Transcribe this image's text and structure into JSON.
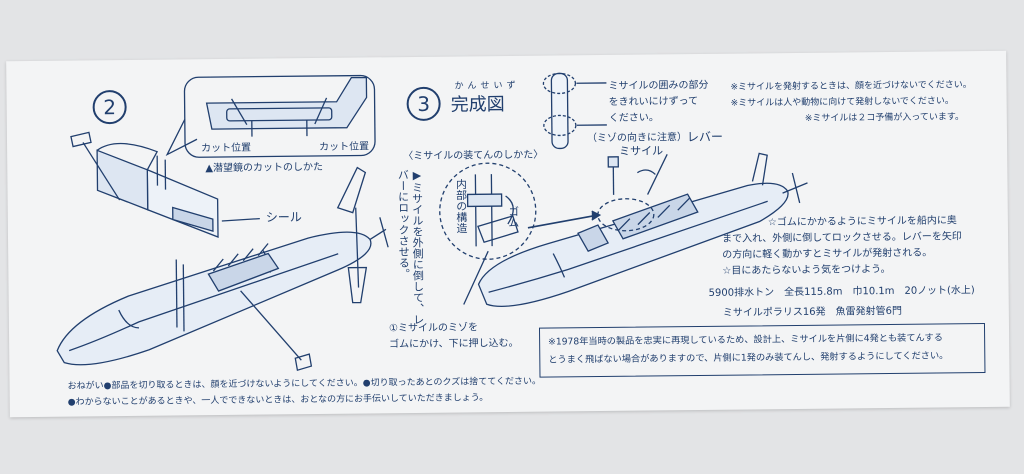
{
  "step2": {
    "number": "2",
    "cut_label_left": "カット位置",
    "cut_label_right": "カット位置",
    "caption": "▲潜望鏡のカットのしかた",
    "seal_label": "シール"
  },
  "step3": {
    "number": "3",
    "ruby": "かんせいず",
    "title": "完成図",
    "loading_heading": "〈ミサイルの装てんのしかた〉",
    "inner_structure": "内部の構造",
    "rubber": "ゴム",
    "vertical_instruction": "▶ミサイルを外側に倒して、レバーにロックさせる。",
    "step1_line1": "①ミサイルのミゾを",
    "step1_line2": "ゴムにかけ、下に押し込む。",
    "missile_box_line1": "ミサイルの囲みの部分",
    "missile_box_line2": "をきれいにけずって",
    "missile_box_line3": "ください。",
    "groove_note": "（ミゾの向きに注意）",
    "lever_label": "レバー",
    "missile_label": "ミサイル"
  },
  "warnings": {
    "line1": "※ミサイルを発射するときは、顔を近づけないでください。",
    "line2": "※ミサイルは人や動物に向けて発射しないでください。",
    "line3": "※ミサイルは２コ予備が入っています。"
  },
  "instructions": {
    "line1": "☆ゴムにかかるようにミサイルを船内に奥",
    "line2": "まで入れ、外側に倒してロックさせる。レバーを矢印",
    "line3": "の方向に軽く動かすとミサイルが発射される。",
    "line4": "☆目にあたらないよう気をつけよう。"
  },
  "specs": {
    "line1": "5900排水トン　全長115.8m　巾10.1m　20ノット(水上)",
    "line2": "ミサイルポラリス16発　魚雷発射管6門"
  },
  "note": {
    "line1": "※1978年当時の製品を忠実に再現しているため、設計上、ミサイルを片側に4発とも装てんする",
    "line2": "とうまく飛ばない場合がありますので、片側に1発のみ装てんし、発射するようにしてください。"
  },
  "footer": {
    "line1": "おねがい●部品を切り取るときは、顔を近づけないようにしてください。●切り取ったあとのクズは捨ててください。",
    "line2": "●わからないことがあるときや、一人でできないときは、おとなの方にお手伝いしていただきましょう。"
  },
  "icons": {
    "submarine": "submarine-drawing",
    "periscope": "periscope-detail",
    "missile": "missile-icon"
  },
  "colors": {
    "ink": "#213f6e",
    "paper": "#f3f4f5",
    "background": "#e3e4e6"
  }
}
